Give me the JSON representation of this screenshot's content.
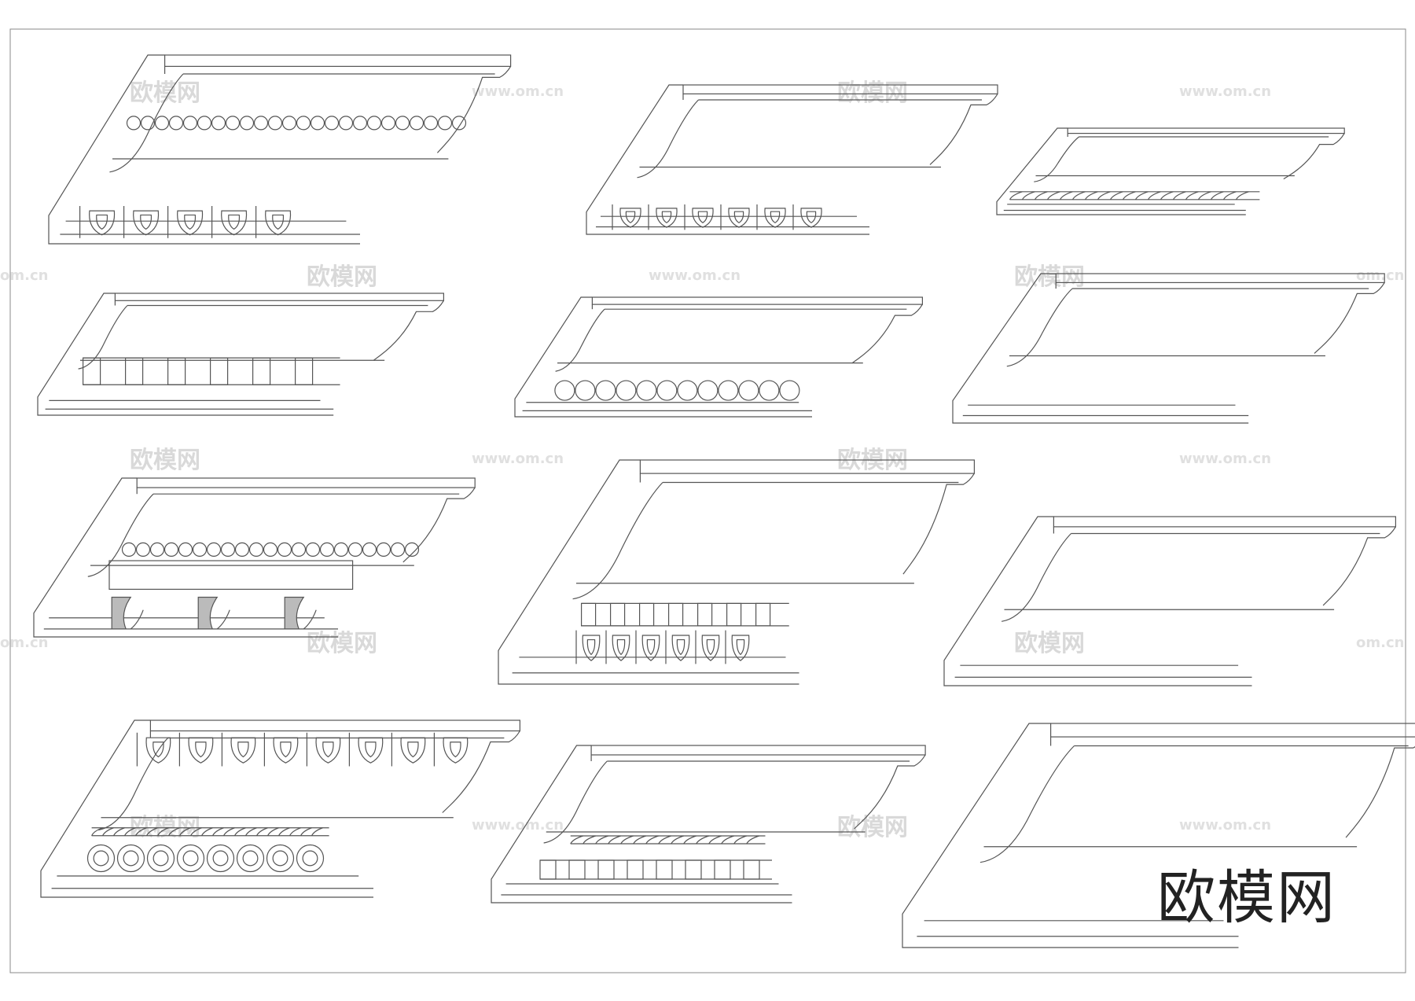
{
  "brand": {
    "label": "欧模网"
  },
  "watermarks": {
    "cn": "欧模网",
    "url": "www.om.cn",
    "url_short": "om.cn"
  },
  "colors": {
    "line": "#555555",
    "frame": "#777777",
    "watermark": "#d9d9d9"
  },
  "moldings": [
    {
      "id": 1,
      "ornaments": [
        "bead",
        "egg-and-dart"
      ]
    },
    {
      "id": 2,
      "ornaments": [
        "egg-and-dart"
      ]
    },
    {
      "id": 3,
      "ornaments": [
        "rope"
      ]
    },
    {
      "id": 4,
      "ornaments": [
        "dentil"
      ]
    },
    {
      "id": 5,
      "ornaments": [
        "bead"
      ]
    },
    {
      "id": 6,
      "ornaments": []
    },
    {
      "id": 7,
      "ornaments": [
        "bead",
        "modillion"
      ]
    },
    {
      "id": 8,
      "ornaments": [
        "dentil",
        "egg-and-dart"
      ]
    },
    {
      "id": 9,
      "ornaments": []
    },
    {
      "id": 10,
      "ornaments": [
        "egg-and-dart",
        "rope",
        "guilloche"
      ]
    },
    {
      "id": 11,
      "ornaments": [
        "rope",
        "dentil"
      ]
    },
    {
      "id": 12,
      "ornaments": []
    }
  ]
}
